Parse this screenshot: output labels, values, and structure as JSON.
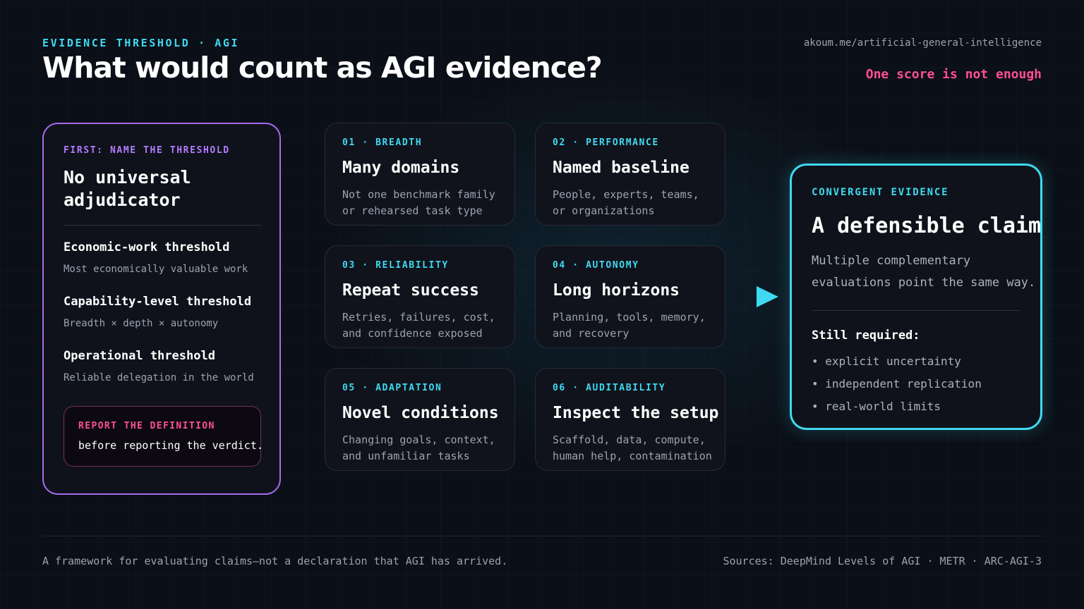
{
  "header": {
    "kicker": "EVIDENCE THRESHOLD · AGI",
    "title": "What would count as AGI evidence?",
    "url": "akoum.me/artificial-general-intelligence",
    "tagline": "One score is not enough"
  },
  "threshold_panel": {
    "kicker": "FIRST: NAME THE THRESHOLD",
    "heading_lines": [
      "No universal",
      "adjudicator"
    ],
    "thresholds": [
      {
        "title": "Economic-work threshold",
        "desc": "Most economically valuable work"
      },
      {
        "title": "Capability-level threshold",
        "desc": "Breadth × depth × autonomy"
      },
      {
        "title": "Operational threshold",
        "desc": "Reliable delegation in the world"
      }
    ],
    "report": {
      "kicker": "REPORT THE DEFINITION",
      "text": "before reporting the verdict."
    }
  },
  "criteria": [
    {
      "kicker": "01 · BREADTH",
      "title": "Many domains",
      "lines": [
        "Not one benchmark family",
        "or rehearsed task type"
      ]
    },
    {
      "kicker": "02 · PERFORMANCE",
      "title": "Named baseline",
      "lines": [
        "People, experts, teams,",
        "or organizations"
      ]
    },
    {
      "kicker": "03 · RELIABILITY",
      "title": "Repeat success",
      "lines": [
        "Retries, failures, cost,",
        "and confidence exposed"
      ]
    },
    {
      "kicker": "04 · AUTONOMY",
      "title": "Long horizons",
      "lines": [
        "Planning, tools, memory,",
        "and recovery"
      ]
    },
    {
      "kicker": "05 · ADAPTATION",
      "title": "Novel conditions",
      "lines": [
        "Changing goals, context,",
        "and unfamiliar tasks"
      ]
    },
    {
      "kicker": "06 · AUDITABILITY",
      "title": "Inspect the setup",
      "lines": [
        "Scaffold, data, compute,",
        "human help, contamination"
      ]
    }
  ],
  "conclusion_panel": {
    "kicker": "CONVERGENT EVIDENCE",
    "heading": "A defensible claim",
    "body_lines": [
      "Multiple complementary",
      "evaluations point the same way."
    ],
    "subheading": "Still required:",
    "bullets": [
      "• explicit uncertainty",
      "• independent replication",
      "• real-world limits"
    ]
  },
  "footer": {
    "left": "A framework for evaluating claims—not a declaration that AGI has arrived.",
    "right": "Sources: DeepMind Levels of AGI · METR · ARC-AGI-3"
  },
  "colors": {
    "background": "#0b0f17",
    "accent_cyan": "#3fd9f0",
    "accent_purple": "#a66cf0",
    "accent_pink": "#ff4f94",
    "muted_text": "#9aa3b2"
  },
  "icons": {
    "flow_arrow": "play-triangle-right"
  }
}
